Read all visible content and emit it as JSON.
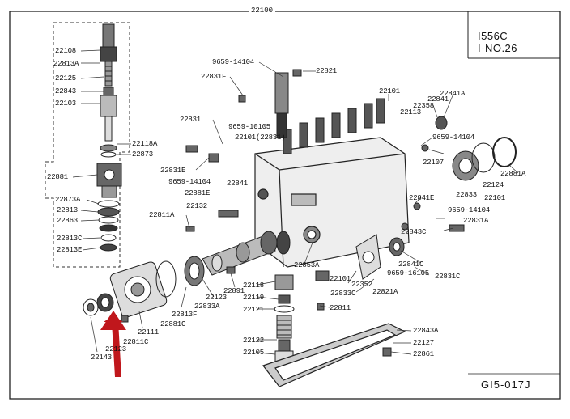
{
  "diagram": {
    "assembly_number": "22100",
    "header": {
      "line1": "I556C",
      "line2": "I-NO.26"
    },
    "figure_code": "GI5-017J",
    "arrow_color": "#c0171c",
    "labels": [
      "22108",
      "22813A",
      "22125",
      "22843",
      "22103",
      "22118A",
      "22873",
      "22881",
      "22873A",
      "22813",
      "22863",
      "22813C",
      "22813E",
      "9659-14104",
      "22821",
      "22831F",
      "22101",
      "22841A",
      "22841",
      "22358",
      "22113",
      "22831",
      "9659-10105",
      "22101(22831)",
      "9659-14104",
      "22107",
      "22881A",
      "22831E",
      "9659-14104",
      "22841",
      "22881E",
      "22124",
      "22101",
      "22833",
      "22841E",
      "22132",
      "22811A",
      "9659-14104",
      "22831A",
      "22843C",
      "22841C",
      "9659-16105",
      "22831C",
      "22853A",
      "22352",
      "22101",
      "22821A",
      "22833C",
      "22891",
      "22118",
      "22119",
      "22121",
      "22811",
      "22833A",
      "22123",
      "22813F",
      "22881C",
      "22111",
      "22811C",
      "22123",
      "22143",
      "22843A",
      "22122",
      "22127",
      "22105",
      "22861"
    ]
  }
}
